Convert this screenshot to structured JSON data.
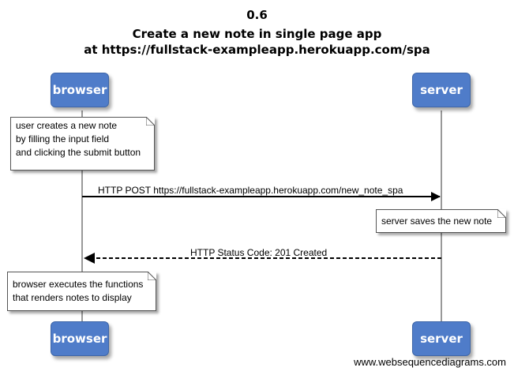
{
  "diagram": {
    "title_line1": "0.6",
    "title_line2": "Create a new note in single page app",
    "title_line3": "at https://fullstack-exampleapp.herokuapp.com/spa",
    "actors": {
      "browser": "browser",
      "server": "server"
    },
    "notes": {
      "user_creates": [
        "user creates a new note",
        "by filling the input field",
        "and clicking the submit button"
      ],
      "server_saves": [
        "server saves the new note"
      ],
      "browser_executes": [
        "browser executes the functions",
        "that renders notes to display"
      ]
    },
    "messages": {
      "post": "HTTP POST https://fullstack-exampleapp.herokuapp.com/new_note_spa",
      "response": "HTTP Status Code: 201 Created"
    },
    "colors": {
      "actor_fill": "#4f7cc9",
      "lifeline": "#999999"
    }
  },
  "footer": "www.websequencediagrams.com"
}
